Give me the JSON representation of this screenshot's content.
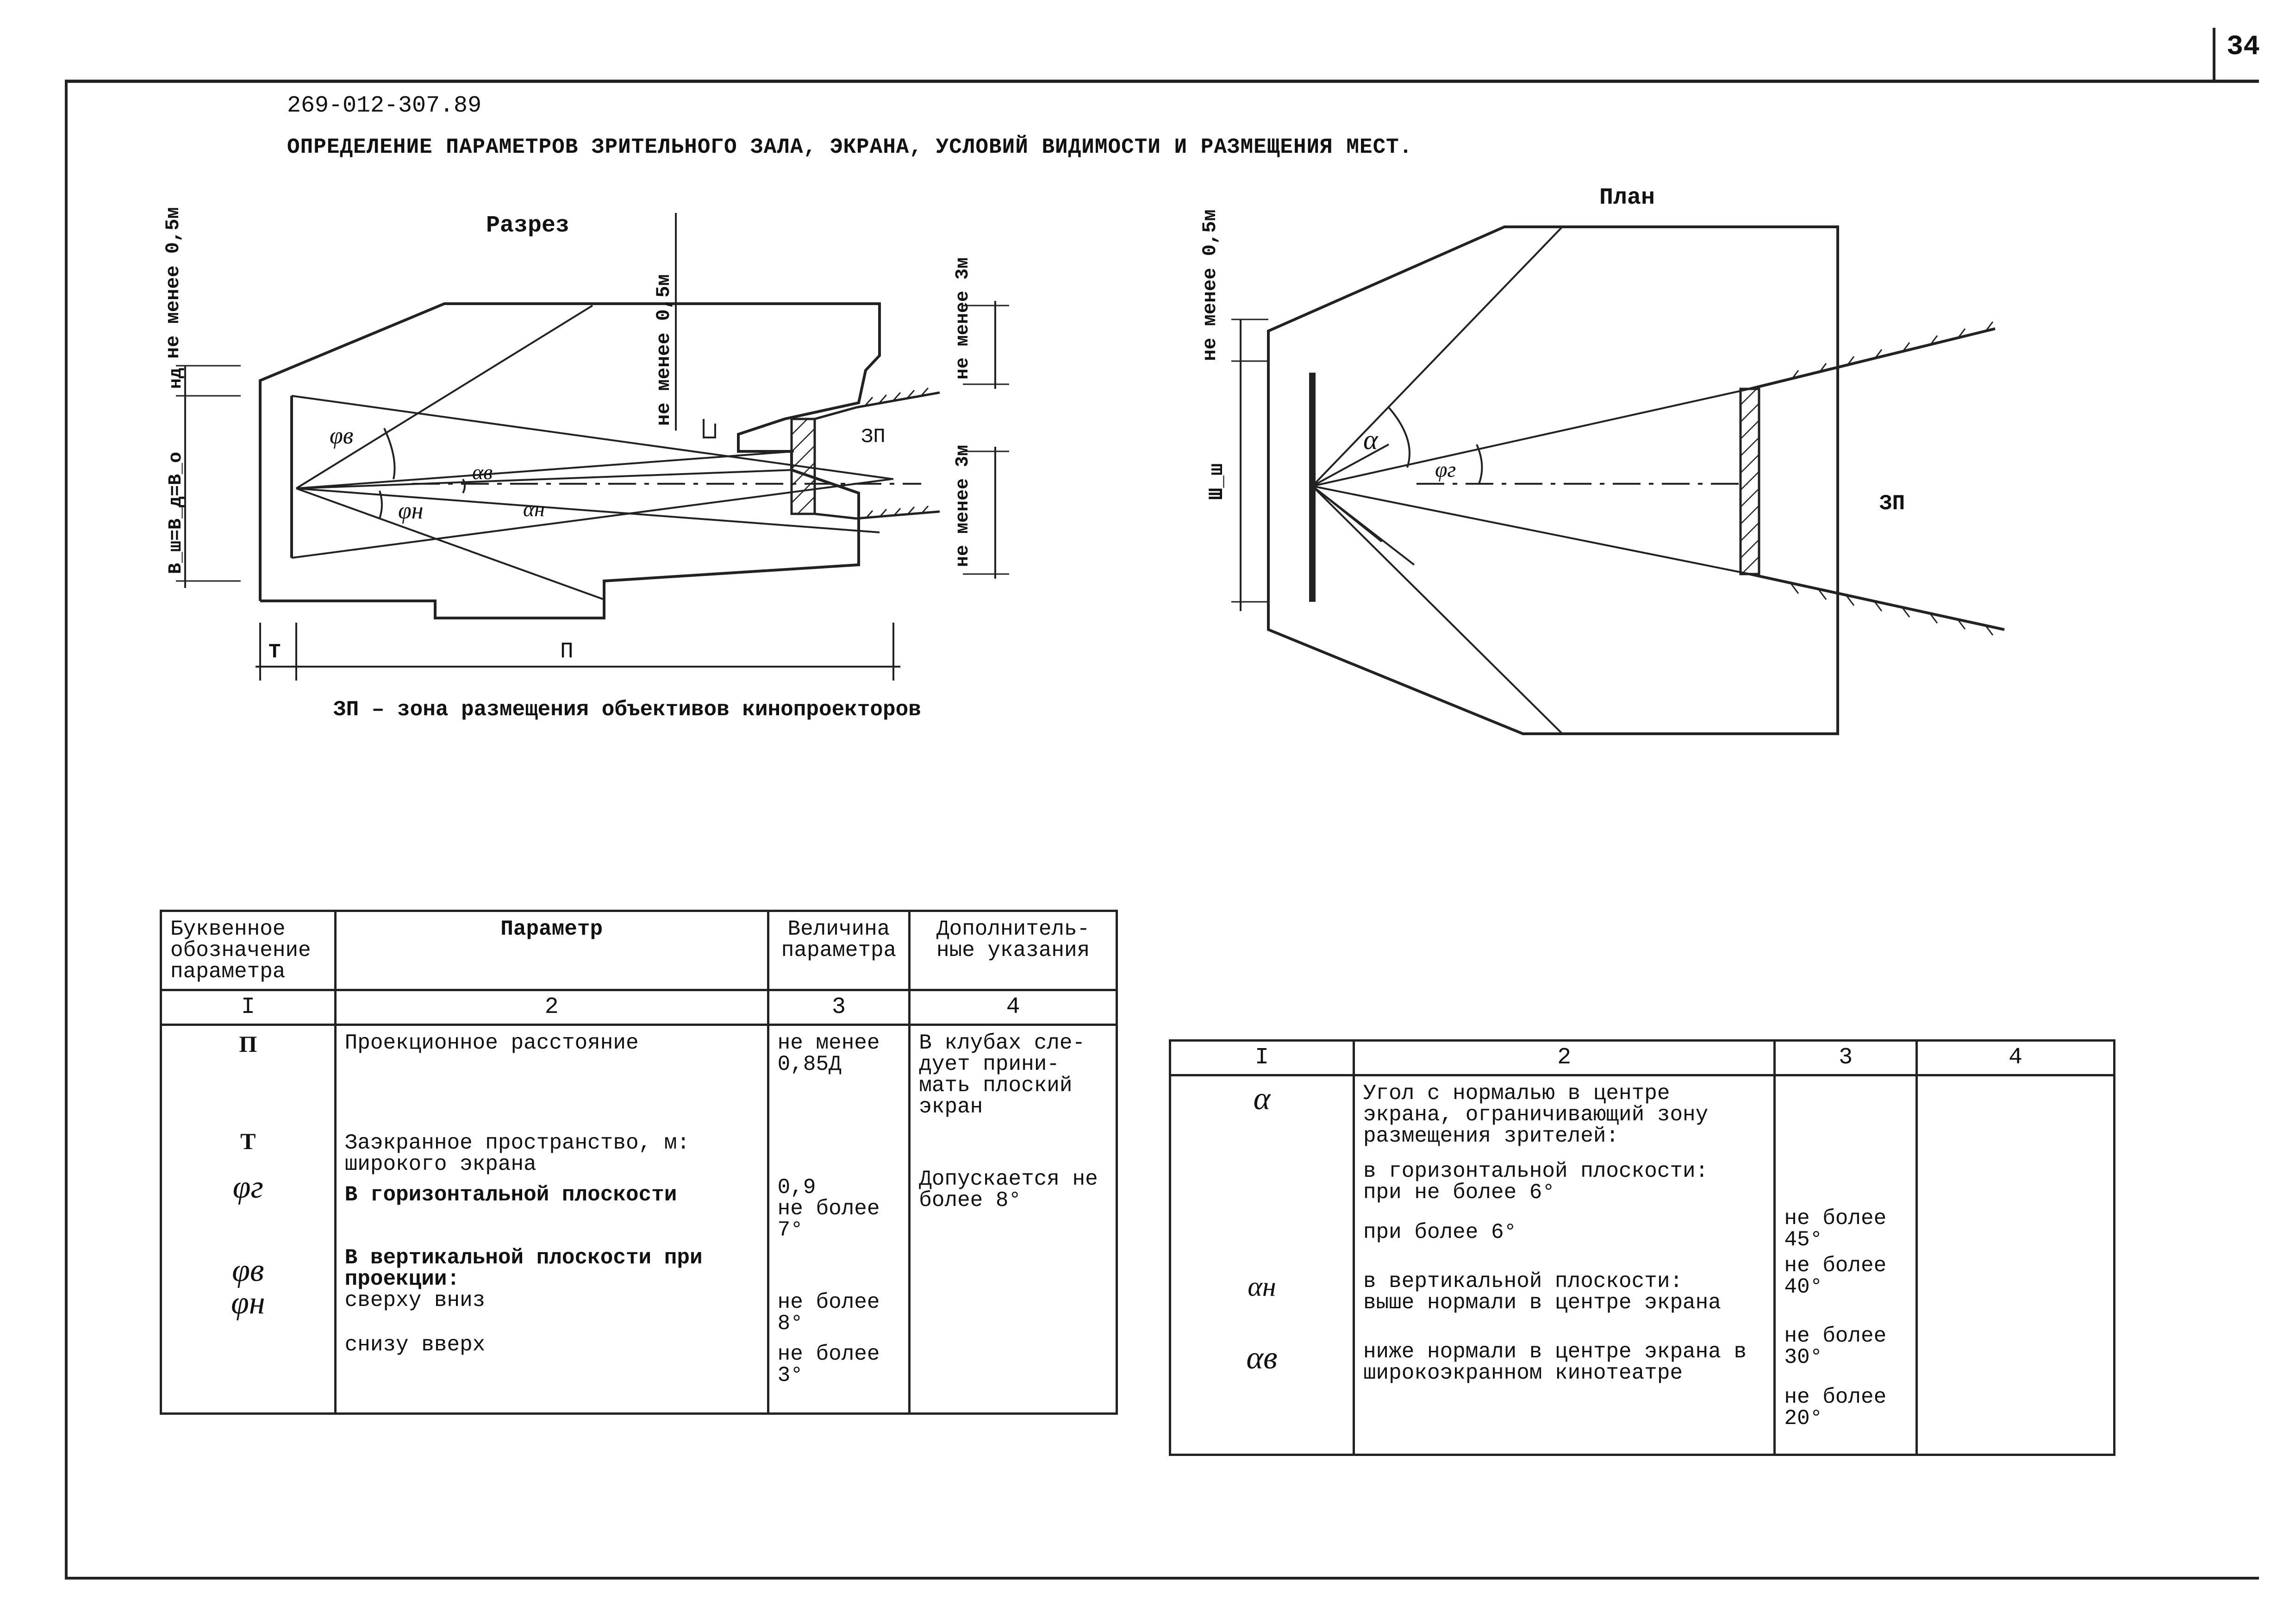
{
  "sheet_number": "34",
  "doc_code": "269-012-307.89",
  "doc_title": "ОПРЕДЕЛЕНИЕ ПАРАМЕТРОВ ЗРИТЕЛЬНОГО ЗАЛА, ЭКРАНА, УСЛОВИЙ ВИДИМОСТИ И РАЗМЕЩЕНИЯ МЕСТ.",
  "section_view": {
    "title": "Разрез",
    "label_min_05_left": "не менее 0,5м",
    "label_min_05_mid": "не менее 0,5м",
    "label_min_3_top": "не менее 3м",
    "label_min_3_bot": "не менее 3м",
    "label_screen_height": "В_ш=В_д=В_о",
    "label_nd": "нд",
    "label_zone": "ЗП",
    "label_t": "Т",
    "label_p": "П",
    "label_phi_v": "φв",
    "label_phi_n": "φн",
    "label_alpha_v": "αв",
    "label_alpha_n": "αн",
    "caption": "ЗП – зона размещения объективов кинопроекторов"
  },
  "plan_view": {
    "title": "План",
    "label_min_05": "не менее 0,5м",
    "label_screen_width": "Ш_ш",
    "label_alpha": "α",
    "label_phi_g": "φг",
    "label_zone": "ЗП"
  },
  "table1": {
    "headers": [
      "Буквенное обозначение параметра",
      "Параметр",
      "Величина параметра",
      "Дополнитель-ные указания"
    ],
    "col_numbers": [
      "I",
      "2",
      "3",
      "4"
    ],
    "col1": [
      "П",
      "Т",
      "φг",
      "φв",
      "φн"
    ],
    "rows": {
      "p_param": "Проекционное расстояние",
      "p_value": "не менее 0,85Д",
      "p_note": "В клубах сле-дует прини-мать плоский экран",
      "t_param": "Заэкранное пространство, м: широкого экрана",
      "t_value": "0,9",
      "phig_param": "В горизонтальной плоскости",
      "phig_value": "не более 7°",
      "phig_note": "Допускается не более 8°",
      "vert_param": "В вертикальной плоскости при проекции:",
      "phiv_param": "сверху вниз",
      "phiv_value": "не более 8°",
      "phin_param": "снизу вверх",
      "phin_value": "не более 3°"
    }
  },
  "table2": {
    "col_numbers": [
      "I",
      "2",
      "3",
      "4"
    ],
    "col1": [
      "α",
      "αн",
      "αв"
    ],
    "rows": {
      "alpha_param": "Угол с нормалью в центре экрана, ограничивающий зону размещения зрителей:",
      "horiz_param": "в горизонтальной плоскости:",
      "horiz_a": "при не более 6°",
      "horiz_a_value": "не более 45°",
      "horiz_b": "при более 6°",
      "horiz_b_value": "не более 40°",
      "vert_param": "в вертикальной плоскости:",
      "above_param": "выше нормали в центре экрана",
      "above_value": "не более 30°",
      "below_param": "ниже нормали в центре экрана в широкоэкранном кинотеатре",
      "below_value": "не более 20°"
    }
  }
}
